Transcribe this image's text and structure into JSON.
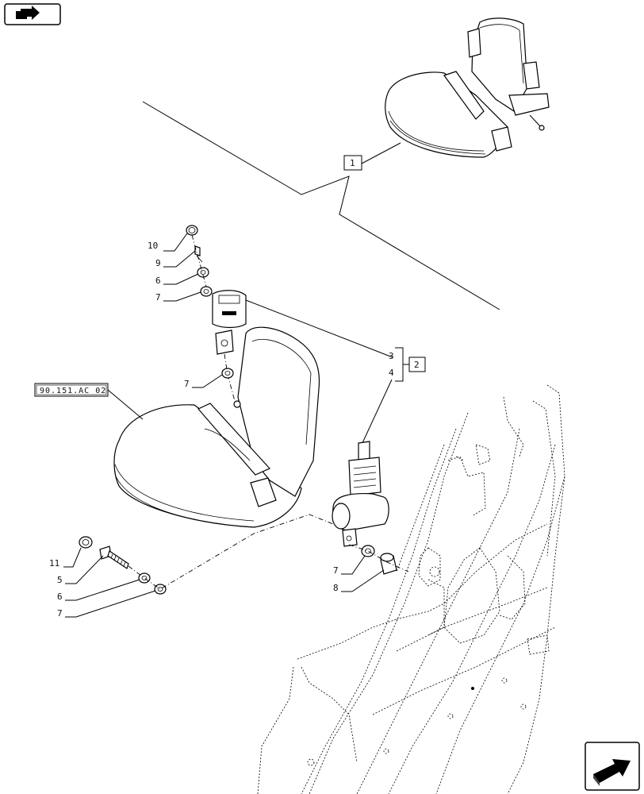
{
  "callouts": {
    "c1": "1",
    "c2": "2",
    "c3": "3",
    "c4": "4",
    "c5": "5",
    "c6a": "6",
    "c6b": "6",
    "c7a": "7",
    "c7b": "7",
    "c7c": "7",
    "c7d": "7",
    "c8": "8",
    "c9": "9",
    "c10": "10",
    "c11": "11"
  },
  "reference": "90.151.AC 02",
  "icons": {
    "top_left": "book-arrow-icon",
    "bottom_right": "next-page-arrow-icon"
  }
}
